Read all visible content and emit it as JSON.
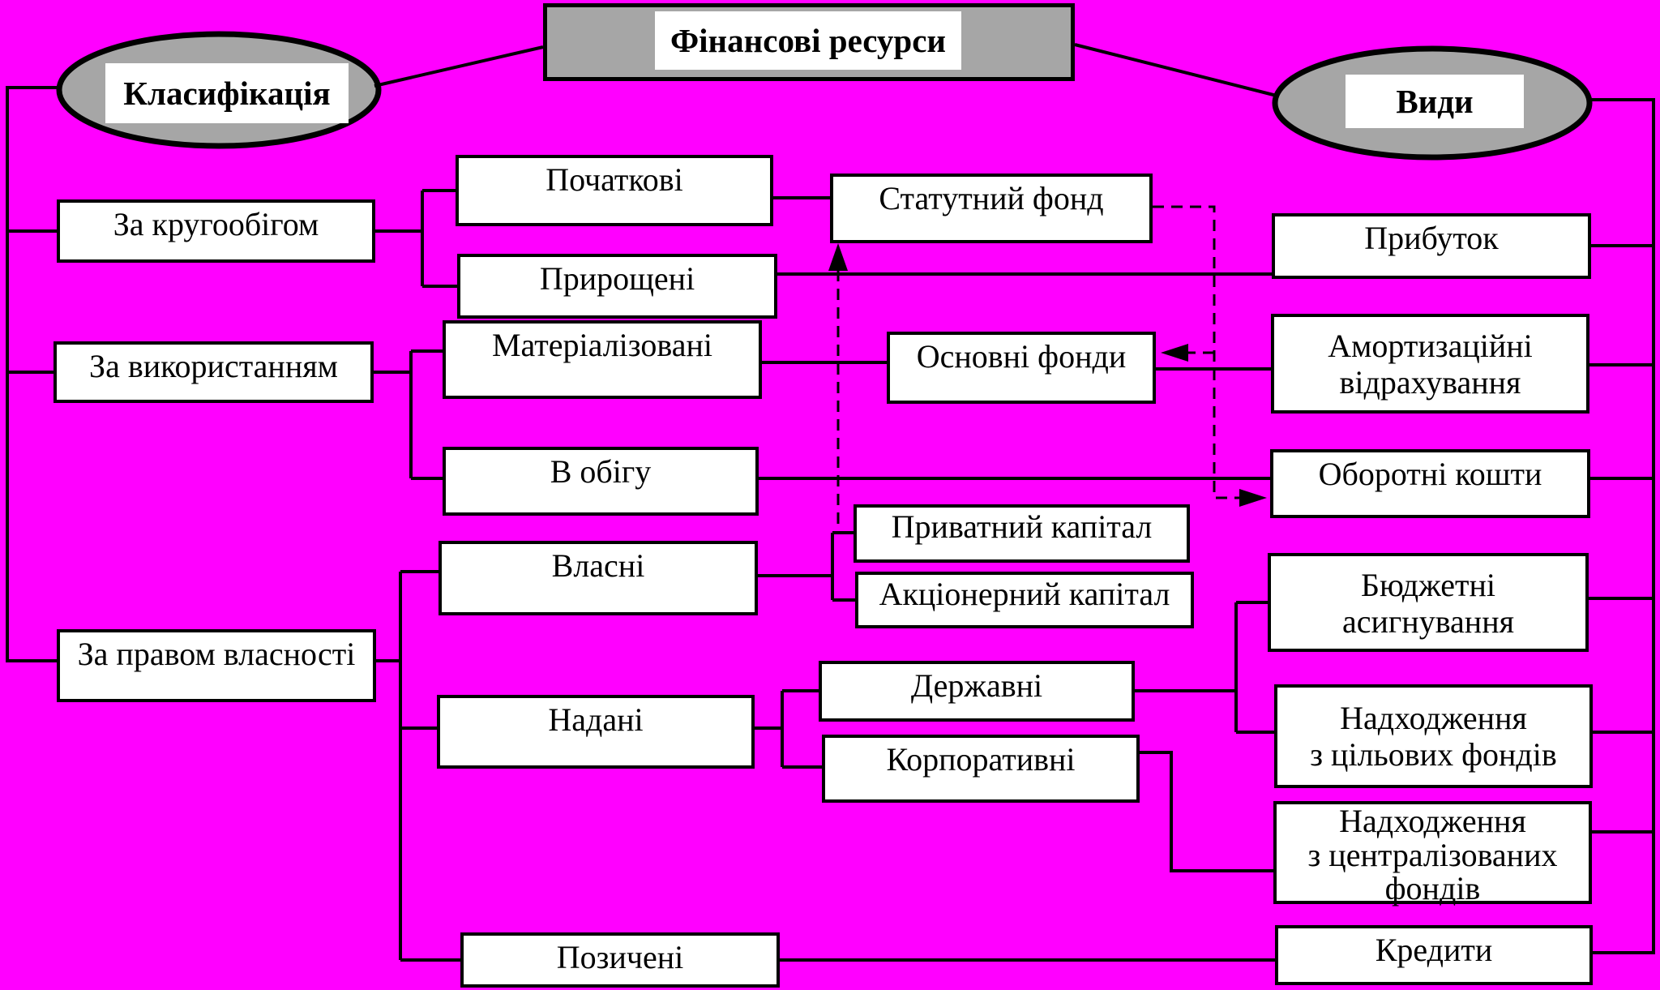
{
  "diagram_title": "Фінансові ресурси",
  "headers": {
    "root": "Фінансові ресурси",
    "left": "Класифікація",
    "right": "Види"
  },
  "colors": {
    "background": "#ff00ff",
    "header_fill": "#a6a6a6",
    "node_fill": "#ffffff",
    "line": "#000000"
  },
  "nodes": {
    "za_kruhoobihom": "За кругообігом",
    "za_vykorystanniam": "За використанням",
    "za_pravom_vlasnosti": "За правом власності",
    "pochatkovi": "Початкові",
    "pryroshcheni": "Прирощені",
    "materializovani": "Матеріалізовані",
    "v_obihu": "В обігу",
    "vlasni": "Власні",
    "nadani": "Надані",
    "pozycheni": "Позичені",
    "statutnyi_fond": "Статутний фонд",
    "osnovni_fondy": "Основні фонди",
    "pryvatnyi_kapital": "Приватний капітал",
    "aktsionernyi_kapital": "Акціонерний капітал",
    "derzhavni": "Державні",
    "korporatyvni": "Корпоративні",
    "prybutok": "Прибуток",
    "amortyzatsiini": "Амортизаційні\nвідрахування",
    "oborotni_koshty": "Оборотні кошти",
    "biudzhetni": "Бюджетні\nасигнування",
    "nadkhodzhennia_tsilovykh": "Надходження\nз цільових фондів",
    "nadkhodzhennia_tsentralizovanykh": "Надходження\nз централізованих\nфондів",
    "kredyty": "Кредити"
  }
}
